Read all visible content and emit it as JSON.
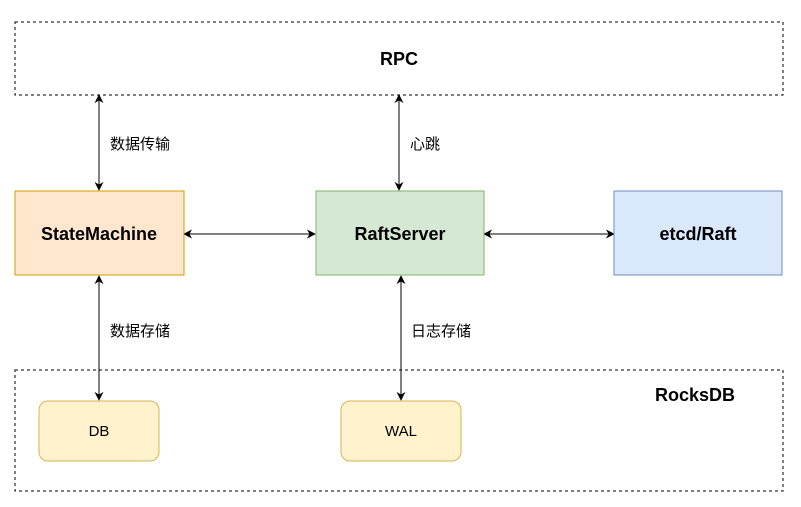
{
  "nodes": {
    "rpc": {
      "label": "RPC"
    },
    "state_machine": {
      "label": "StateMachine",
      "fill": "#ffe6cc",
      "stroke": "#d79b00"
    },
    "raft_server": {
      "label": "RaftServer",
      "fill": "#d5e8d4",
      "stroke": "#82b366"
    },
    "etcd_raft": {
      "label": "etcd/Raft",
      "fill": "#dae8fc",
      "stroke": "#6c8ebf"
    },
    "rocksdb": {
      "label": "RocksDB"
    },
    "db": {
      "label": "DB",
      "fill": "#fff2cc",
      "stroke": "#d6b656"
    },
    "wal": {
      "label": "WAL",
      "fill": "#fff2cc",
      "stroke": "#d6b656"
    }
  },
  "edges": {
    "rpc_state_machine": {
      "label": "数据传输"
    },
    "rpc_raft_server": {
      "label": "心跳"
    },
    "state_machine_db": {
      "label": "数据存储"
    },
    "raft_server_wal": {
      "label": "日志存储"
    }
  }
}
